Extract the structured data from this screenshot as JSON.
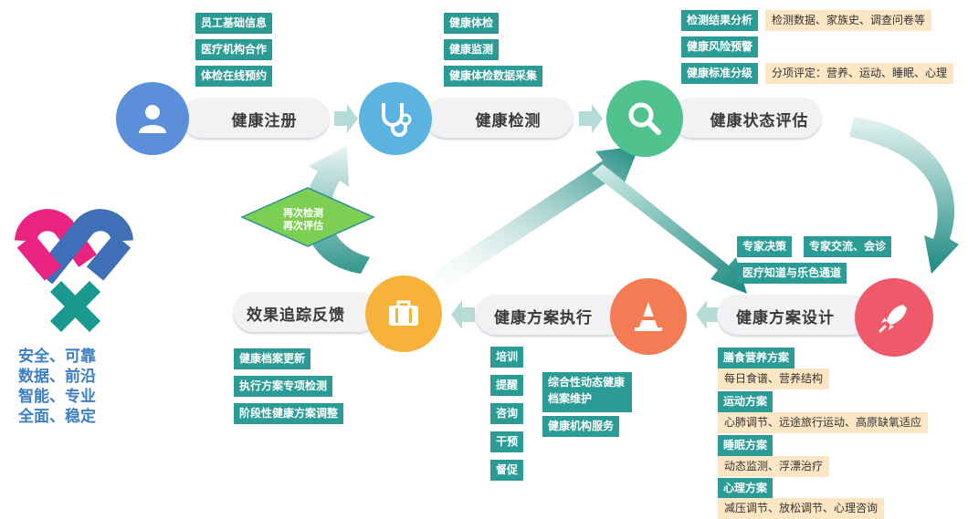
{
  "colors": {
    "teal": "#2a9c95",
    "blue": "#5b8fd9",
    "sky": "#5bb3e0",
    "green": "#4fc28d",
    "red": "#ef5a6a",
    "orange": "#f47c54",
    "yellow": "#f7b23a",
    "note_bg": "#fce6c4"
  },
  "slogan": [
    "安全、可靠",
    "数据、前沿",
    "智能、专业",
    "全面、稳定"
  ],
  "stages": {
    "register": {
      "label": "健康注册",
      "icon": "user-icon",
      "tags": [
        "员工基础信息",
        "医疗机构合作",
        "体检在线预约"
      ]
    },
    "detect": {
      "label": "健康检测",
      "icon": "stethoscope-icon",
      "tags": [
        "健康体检",
        "健康监测",
        "健康体检数据采集"
      ]
    },
    "assess": {
      "label": "健康状态评估",
      "icon": "magnifier-icon",
      "tags": [
        "检测结果分析",
        "健康风险预警",
        "健康标准分级"
      ],
      "notes": [
        "检测数据、家族史、调查问卷等",
        "分项评定：营养、运动、睡眠、心理"
      ]
    },
    "design": {
      "label": "健康方案设计",
      "icon": "rocket-icon",
      "tags": [
        "专家决策",
        "专家交流、会诊",
        "医疗知道与乐色通道"
      ],
      "plans": [
        {
          "title": "膳食营养方案",
          "detail": "每日食谱、营养结构"
        },
        {
          "title": "运动方案",
          "detail": "心肺调节、远途旅行运动、高原缺氧适应"
        },
        {
          "title": "睡眠方案",
          "detail": "动态监测、浮漂治疗"
        },
        {
          "title": "心理方案",
          "detail": "减压调节、放松调节、心理咨询"
        }
      ]
    },
    "execute": {
      "label": "健康方案执行",
      "icon": "cone-icon",
      "tags": [
        "培训",
        "提醒",
        "咨询",
        "干预",
        "督促"
      ],
      "side_tags": [
        "综合性动态健康档案维护",
        "健康机构服务"
      ]
    },
    "track": {
      "label": "效果追踪反馈",
      "icon": "briefcase-icon",
      "tags": [
        "健康档案更新",
        "执行方案专项检测",
        "阶段性健康方案调整"
      ]
    }
  },
  "loop_label": [
    "再次检测",
    "再次评估"
  ]
}
